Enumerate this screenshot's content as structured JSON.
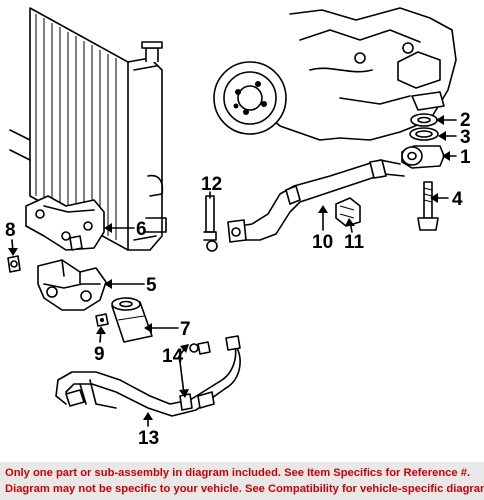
{
  "diagram": {
    "callouts": [
      "1",
      "2",
      "3",
      "4",
      "5",
      "6",
      "7",
      "8",
      "9",
      "10",
      "11",
      "12",
      "13",
      "14"
    ]
  },
  "disclaimer": {
    "line1": "Only one part or sub-assembly in diagram included. See Item Specifics for Reference #.",
    "line2": "Diagram may not be specific to your vehicle. See Compatibility for vehicle-specific diagrams."
  }
}
